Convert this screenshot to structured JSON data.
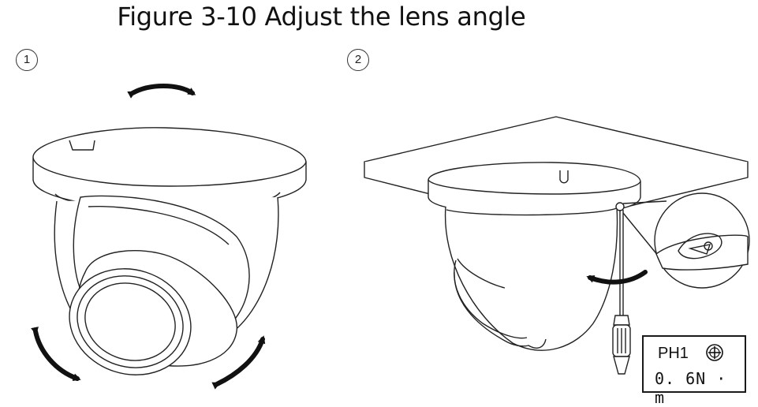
{
  "figure": {
    "title": "Figure 3-10 Adjust the lens angle"
  },
  "steps": [
    {
      "number": "1"
    },
    {
      "number": "2"
    }
  ],
  "spec": {
    "tool": "PH1",
    "torque": "0. 6N · m",
    "icon": "phillips-screwdriver-icon"
  }
}
